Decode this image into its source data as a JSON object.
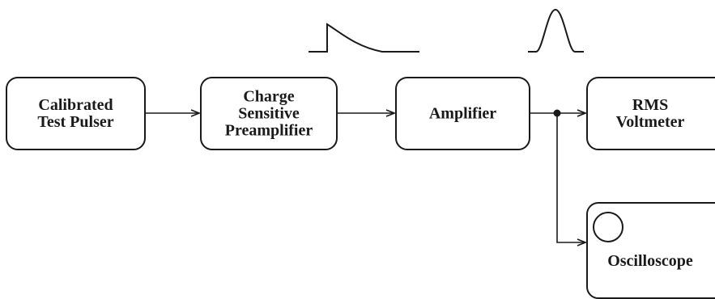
{
  "blocks": {
    "pulser": {
      "line1": "Calibrated",
      "line2": "Test Pulser"
    },
    "preamp": {
      "line1": "Charge",
      "line2": "Sensitive",
      "line3": "Preamplifier"
    },
    "amplifier": {
      "line1": "Amplifier"
    },
    "rms": {
      "line1": "RMS",
      "line2": "Voltmeter"
    },
    "scope": {
      "line1": "Oscilloscope"
    }
  },
  "waveforms": {
    "preamp_output": "step-with-exponential-decay",
    "amplifier_output": "gaussian-pulse"
  },
  "colors": {
    "stroke": "#1a1a1a",
    "background": "#ffffff"
  }
}
